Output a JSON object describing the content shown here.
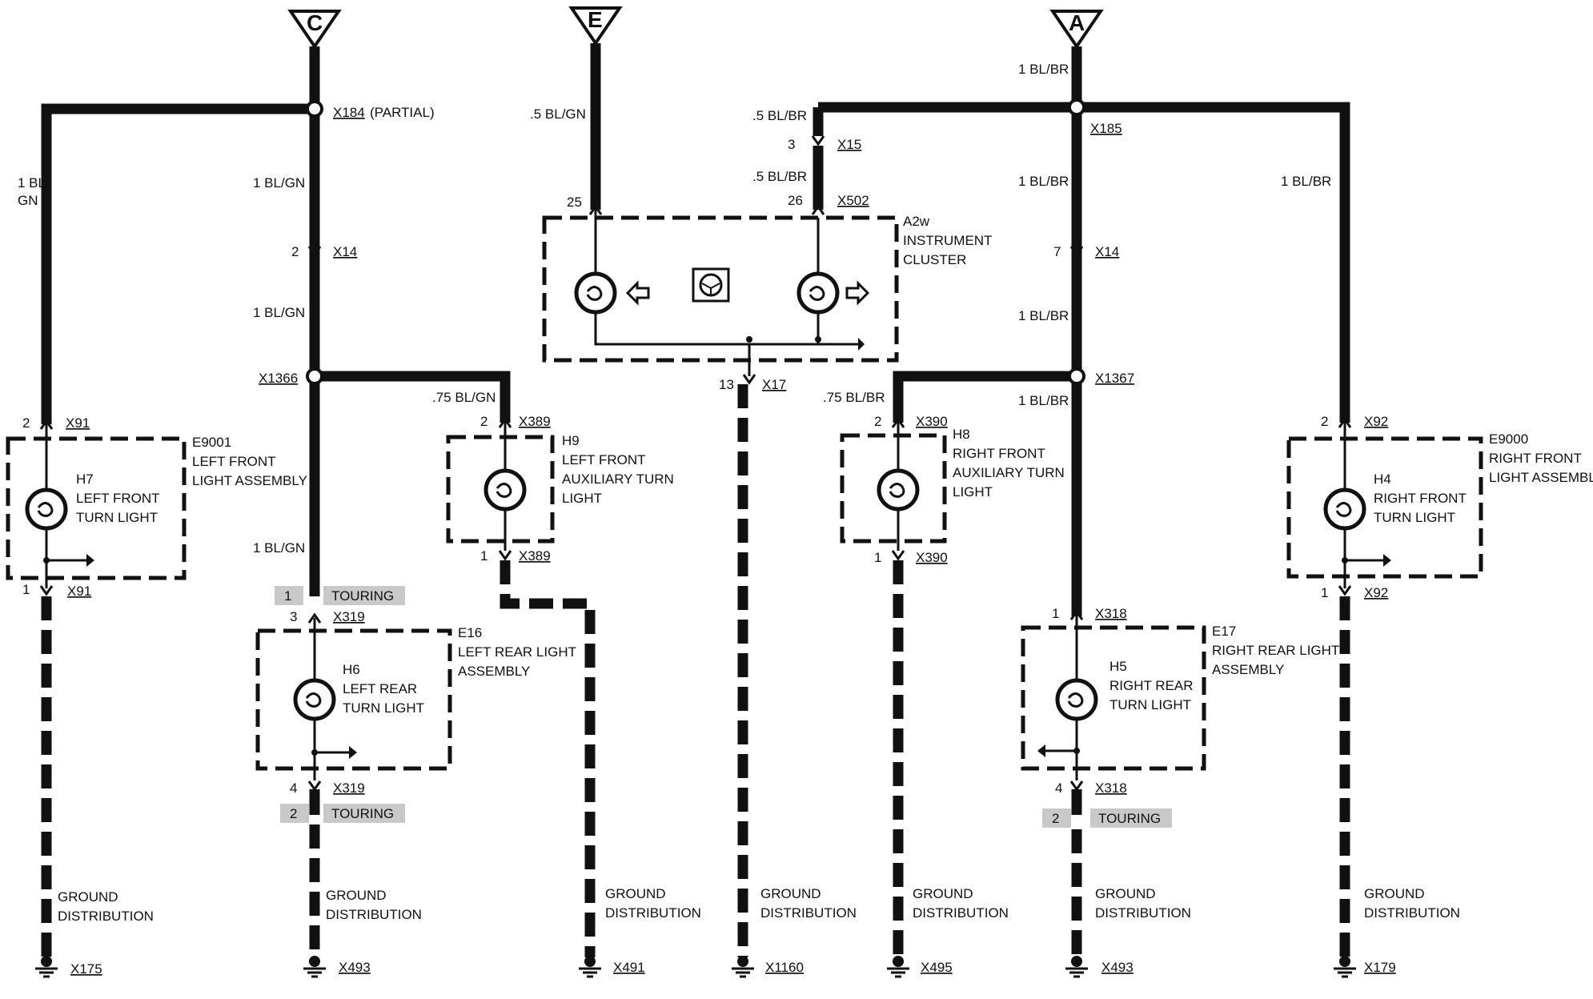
{
  "feeds": {
    "c": "C",
    "e": "E",
    "a": "A"
  },
  "wires": {
    "c_main": "1 BL/GN",
    "c_left": "1 BL/",
    "c_left2": "GN",
    "c_x14": "1 BL/GN",
    "c_below_x1366": "1 BL/GN",
    "c_branch": ".75 BL/GN",
    "e_main": ".5 BL/GN",
    "a_top": "1 BL/BR",
    "a_branch": ".5 BL/BR",
    "a_x15_below": ".5 BL/BR",
    "a_right": "1 BL/BR",
    "a_main": "1 BL/BR",
    "a_x14": "1 BL/BR",
    "a_below_x1367": "1 BL/BR",
    "a_branch2": ".75 BL/BR"
  },
  "splices": {
    "x184": "X184",
    "x184_note": "(PARTIAL)",
    "x1366": "X1366",
    "x185": "X185",
    "x1367": "X1367"
  },
  "connectors": {
    "x14_l": "X14",
    "x14_l_pin": "2",
    "x14_r": "X14",
    "x14_r_pin": "7",
    "x15": "X15",
    "x15_pin": "3",
    "x502": "X502",
    "x502_pin25": "25",
    "x502_pin26": "26",
    "x17": "X17",
    "x17_pin": "13",
    "x91_top": "X91",
    "x91_top_pin": "2",
    "x91_bot": "X91",
    "x91_bot_pin": "1",
    "x389_top": "X389",
    "x389_top_pin": "2",
    "x389_bot": "X389",
    "x389_bot_pin": "1",
    "x319_top": "X319",
    "x319_top_pin": "3",
    "x319_bot": "X319",
    "x319_bot_pin": "4",
    "x390_top": "X390",
    "x390_top_pin": "2",
    "x390_bot": "X390",
    "x390_bot_pin": "1",
    "x318_top": "X318",
    "x318_top_pin": "1",
    "x318_bot": "X318",
    "x318_bot_pin": "4",
    "x92_top": "X92",
    "x92_top_pin": "2",
    "x92_bot": "X92",
    "x92_bot_pin": "1"
  },
  "touring": {
    "t1_num": "1",
    "t1_label": "TOURING",
    "t2_num": "2",
    "t2_label": "TOURING",
    "t3_num": "2",
    "t3_label": "TOURING"
  },
  "components": {
    "a2w": [
      "A2w",
      "INSTRUMENT",
      "CLUSTER"
    ],
    "e9001": [
      "E9001",
      "LEFT FRONT",
      "LIGHT ASSEMBLY"
    ],
    "h7": [
      "H7",
      "LEFT FRONT",
      "TURN LIGHT"
    ],
    "h9": [
      "H9",
      "LEFT FRONT",
      "AUXILIARY TURN",
      "LIGHT"
    ],
    "e16": [
      "E16",
      "LEFT REAR LIGHT",
      "ASSEMBLY"
    ],
    "h6": [
      "H6",
      "LEFT REAR",
      "TURN LIGHT"
    ],
    "h8": [
      "H8",
      "RIGHT FRONT",
      "AUXILIARY TURN",
      "LIGHT"
    ],
    "e17": [
      "E17",
      "RIGHT REAR LIGHT",
      "ASSEMBLY"
    ],
    "h5": [
      "H5",
      "RIGHT REAR",
      "TURN LIGHT"
    ],
    "e9000": [
      "E9000",
      "RIGHT FRONT",
      "LIGHT ASSEMBLY"
    ],
    "h4": [
      "H4",
      "RIGHT FRONT",
      "TURN LIGHT"
    ]
  },
  "ground_label": [
    "GROUND",
    "DISTRIBUTION"
  ],
  "grounds": {
    "g1": "X175",
    "g2": "X493",
    "g3": "X491",
    "g4": "X1160",
    "g5": "X495",
    "g6": "X493",
    "g7": "X179"
  }
}
